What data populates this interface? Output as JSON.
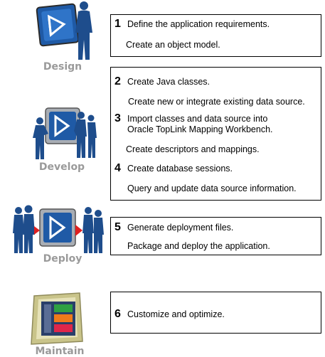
{
  "stages": [
    {
      "label": "Design",
      "icon": "design-stage-icon",
      "steps": [
        {
          "number": "1",
          "title": "Define the application requirements.",
          "detail": "Create an object model."
        }
      ]
    },
    {
      "label": "Develop",
      "icon": "develop-stage-icon",
      "steps": [
        {
          "number": "2",
          "title": "Create Java classes.",
          "detail": "Create new or integrate existing data source."
        },
        {
          "number": "3",
          "title": "Import classes and data source into\nOracle TopLink Mapping Workbench.",
          "detail": "Create descriptors and mappings."
        },
        {
          "number": "4",
          "title": "Create database sessions.",
          "detail": "Query and update data source information."
        }
      ]
    },
    {
      "label": "Deploy",
      "icon": "deploy-stage-icon",
      "steps": [
        {
          "number": "5",
          "title": "Generate deployment files.",
          "detail": "Package and deploy the application."
        }
      ]
    },
    {
      "label": "Maintain",
      "icon": "maintain-stage-icon",
      "steps": [
        {
          "number": "6",
          "title": "Customize and optimize.",
          "detail": ""
        }
      ]
    }
  ],
  "colors": {
    "figure_blue": "#1e4d8c",
    "panel_blue": "#1f5aa6",
    "panel_gray": "#a8adb4",
    "arrow_red": "#e02020",
    "label_gray": "#9a9a9a",
    "maintain_frame": "#c9c48a",
    "maintain_green": "#2ea043",
    "maintain_orange": "#f07a1a",
    "maintain_red": "#e0264a"
  }
}
